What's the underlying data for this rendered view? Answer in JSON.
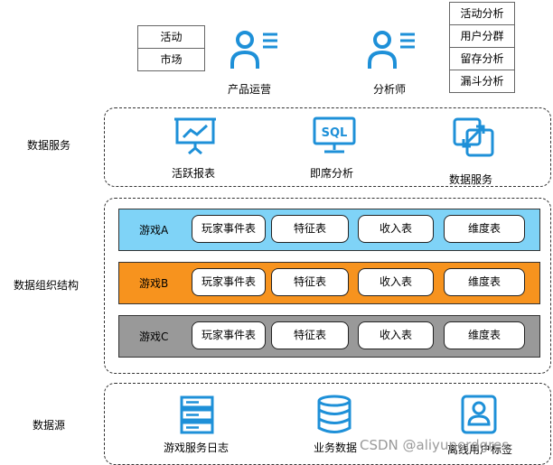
{
  "top": {
    "market_items": [
      "活动",
      "市场"
    ],
    "roles": [
      {
        "label": "产品运营"
      },
      {
        "label": "分析师"
      }
    ],
    "analysis_items": [
      "活动分析",
      "用户分群",
      "留存分析",
      "漏斗分析"
    ]
  },
  "layers": {
    "data_service": {
      "title": "数据服务",
      "items": [
        {
          "label": "活跃报表",
          "icon": "presentation-chart-icon"
        },
        {
          "label": "即席分析",
          "icon": "sql-monitor-icon"
        },
        {
          "label": "数据服务",
          "icon": "sync-arrows-icon"
        }
      ]
    },
    "data_org": {
      "title": "数据组织结构",
      "games": [
        {
          "name": "游戏A",
          "color": "#7fd3f7",
          "tables": [
            "玩家事件表",
            "特征表",
            "收入表",
            "维度表"
          ]
        },
        {
          "name": "游戏B",
          "color": "#f7931e",
          "tables": [
            "玩家事件表",
            "特征表",
            "收入表",
            "维度表"
          ]
        },
        {
          "name": "游戏C",
          "color": "#999999",
          "tables": [
            "玩家事件表",
            "特征表",
            "收入表",
            "维度表"
          ]
        }
      ]
    },
    "data_source": {
      "title": "数据源",
      "items": [
        {
          "label": "游戏服务日志",
          "icon": "server-icon"
        },
        {
          "label": "业务数据",
          "icon": "database-icon"
        },
        {
          "label": "离线用户标签",
          "icon": "user-card-icon"
        }
      ]
    }
  },
  "watermark": "CSDN @aliyunerdgres",
  "colors": {
    "icon_blue": "#1e90d8"
  }
}
